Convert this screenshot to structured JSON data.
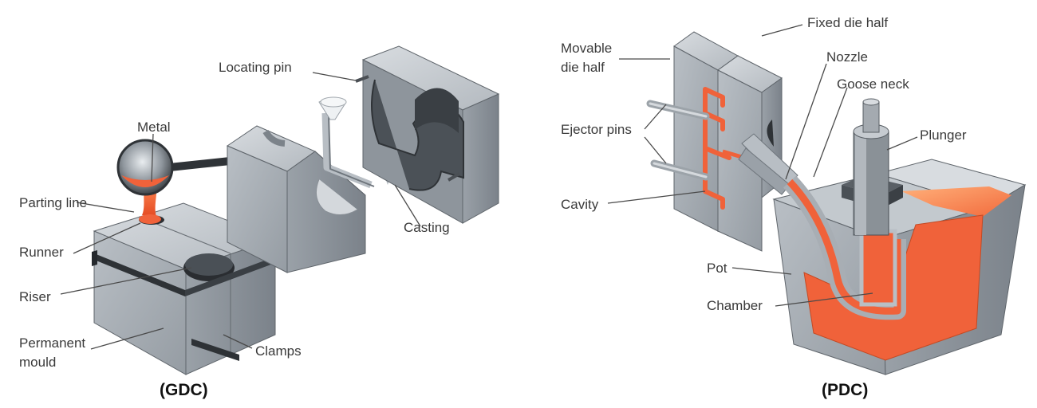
{
  "gdc": {
    "caption": "(GDC)",
    "labels": {
      "locating_pin": "Locating pin",
      "metal": "Metal",
      "parting_line": "Parting line",
      "runner": "Runner",
      "riser": "Riser",
      "permanent_mould_1": "Permanent",
      "permanent_mould_2": "mould",
      "clamps": "Clamps",
      "casting": "Casting"
    }
  },
  "pdc": {
    "caption": "(PDC)",
    "labels": {
      "movable_die_half_1": "Movable",
      "movable_die_half_2": "die half",
      "fixed_die_half": "Fixed die half",
      "nozzle": "Nozzle",
      "goose_neck": "Goose neck",
      "ejector_pins": "Ejector pins",
      "plunger": "Plunger",
      "cavity": "Cavity",
      "pot": "Pot",
      "chamber": "Chamber"
    }
  },
  "colors": {
    "molten_metal": "#f0623a",
    "steel_light": "#c9ced3",
    "steel_mid": "#a9afb5",
    "steel_dark": "#7f868d",
    "label_text": "#3a3a3a"
  }
}
